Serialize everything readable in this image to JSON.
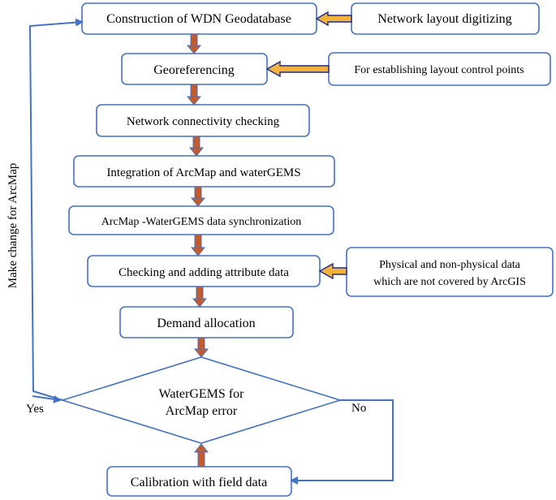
{
  "steps": {
    "construction": "Construction of WDN Geodatabase",
    "georeferencing": "Georeferencing",
    "connectivity": "Network connectivity checking",
    "integration": "Integration of ArcMap and waterGEMS",
    "synchronization": "ArcMap -WaterGEMS data synchronization",
    "attribute": "Checking and adding attribute data",
    "demand": "Demand allocation",
    "decision_line1": "WaterGEMS for",
    "decision_line2": "ArcMap error",
    "calibration": "Calibration with field data"
  },
  "inputs": {
    "digitizing": "Network layout digitizing",
    "control_points": "For establishing layout control points",
    "physical_line1": "Physical and non-physical data",
    "physical_line2": "which are not covered by ArcGIS"
  },
  "labels": {
    "yes": "Yes",
    "no": "No",
    "loop": "Make change for ArcMap"
  }
}
